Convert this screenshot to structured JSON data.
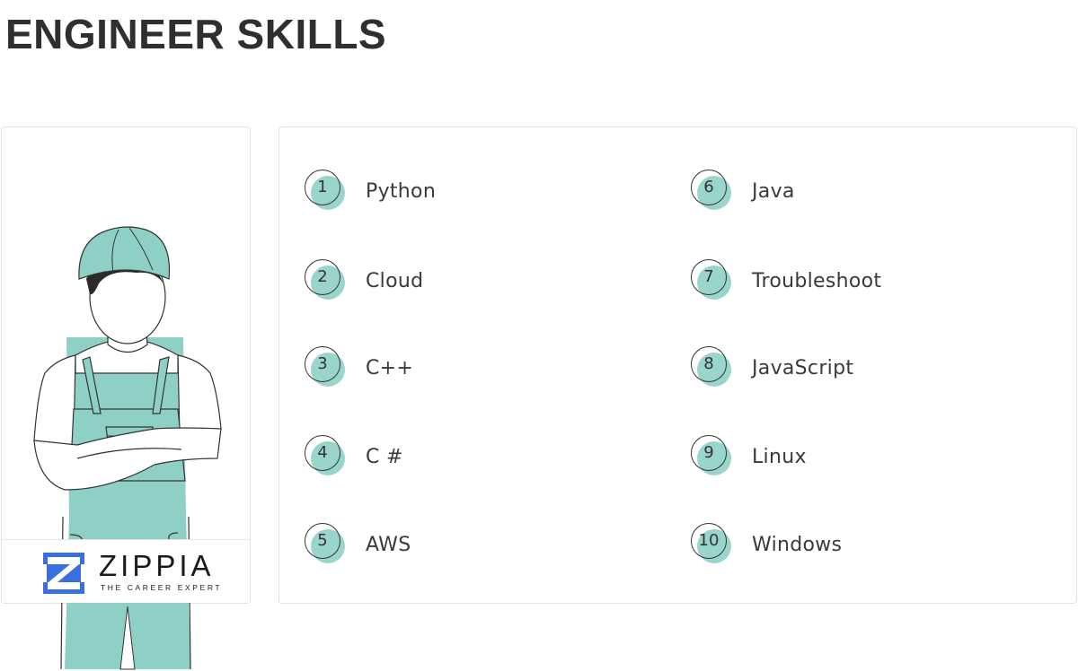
{
  "title": "ENGINEER SKILLS",
  "brand": {
    "name": "ZIPPIA",
    "tagline": "THE CAREER EXPERT",
    "logo_icon": "zippia-z-logo-icon",
    "logo_color": "#3b6fe0"
  },
  "illustration": {
    "icon": "engineer-in-overalls-illustration",
    "accent_color": "#8fd0c6"
  },
  "skills": {
    "left": [
      {
        "number": "1",
        "label": "Python"
      },
      {
        "number": "2",
        "label": "Cloud"
      },
      {
        "number": "3",
        "label": "C++"
      },
      {
        "number": "4",
        "label": "C #"
      },
      {
        "number": "5",
        "label": "AWS"
      }
    ],
    "right": [
      {
        "number": "6",
        "label": "Java"
      },
      {
        "number": "7",
        "label": "Troubleshoot"
      },
      {
        "number": "8",
        "label": "JavaScript"
      },
      {
        "number": "9",
        "label": "Linux"
      },
      {
        "number": "10",
        "label": "Windows"
      }
    ]
  }
}
